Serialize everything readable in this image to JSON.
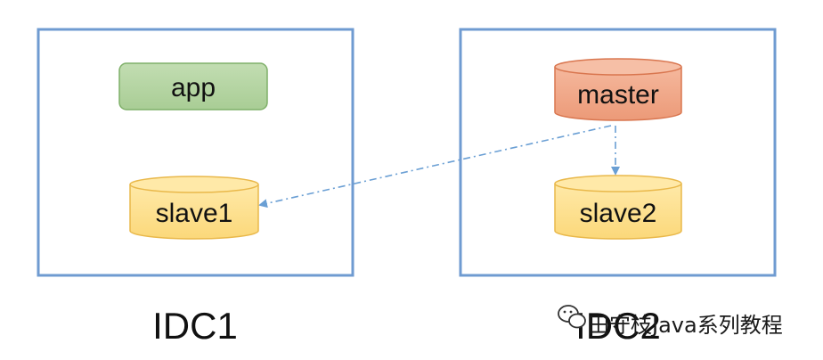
{
  "datacenters": [
    {
      "label": "IDC1"
    },
    {
      "label": "IDC2"
    }
  ],
  "nodes": {
    "app": {
      "label": "app",
      "shape": "rounded-rectangle",
      "fill": "#b5d5a4",
      "stroke": "#7fb069"
    },
    "slave1": {
      "label": "slave1",
      "shape": "cylinder",
      "fill": "#fde28f",
      "stroke": "#e9b84a"
    },
    "master": {
      "label": "master",
      "shape": "cylinder",
      "fill": "#f0a88a",
      "stroke": "#d9764f"
    },
    "slave2": {
      "label": "slave2",
      "shape": "cylinder",
      "fill": "#fde28f",
      "stroke": "#e9b84a"
    }
  },
  "edges": [
    {
      "from": "master",
      "to": "slave1",
      "style": "dash-dot",
      "color": "#6a9fd4"
    },
    {
      "from": "master",
      "to": "slave2",
      "style": "dash-dot",
      "color": "#6a9fd4"
    }
  ],
  "watermark": {
    "text": "田守枝Java系列教程",
    "icon": "wechat-icon"
  },
  "colors": {
    "box_border": "#6f9bd1"
  }
}
